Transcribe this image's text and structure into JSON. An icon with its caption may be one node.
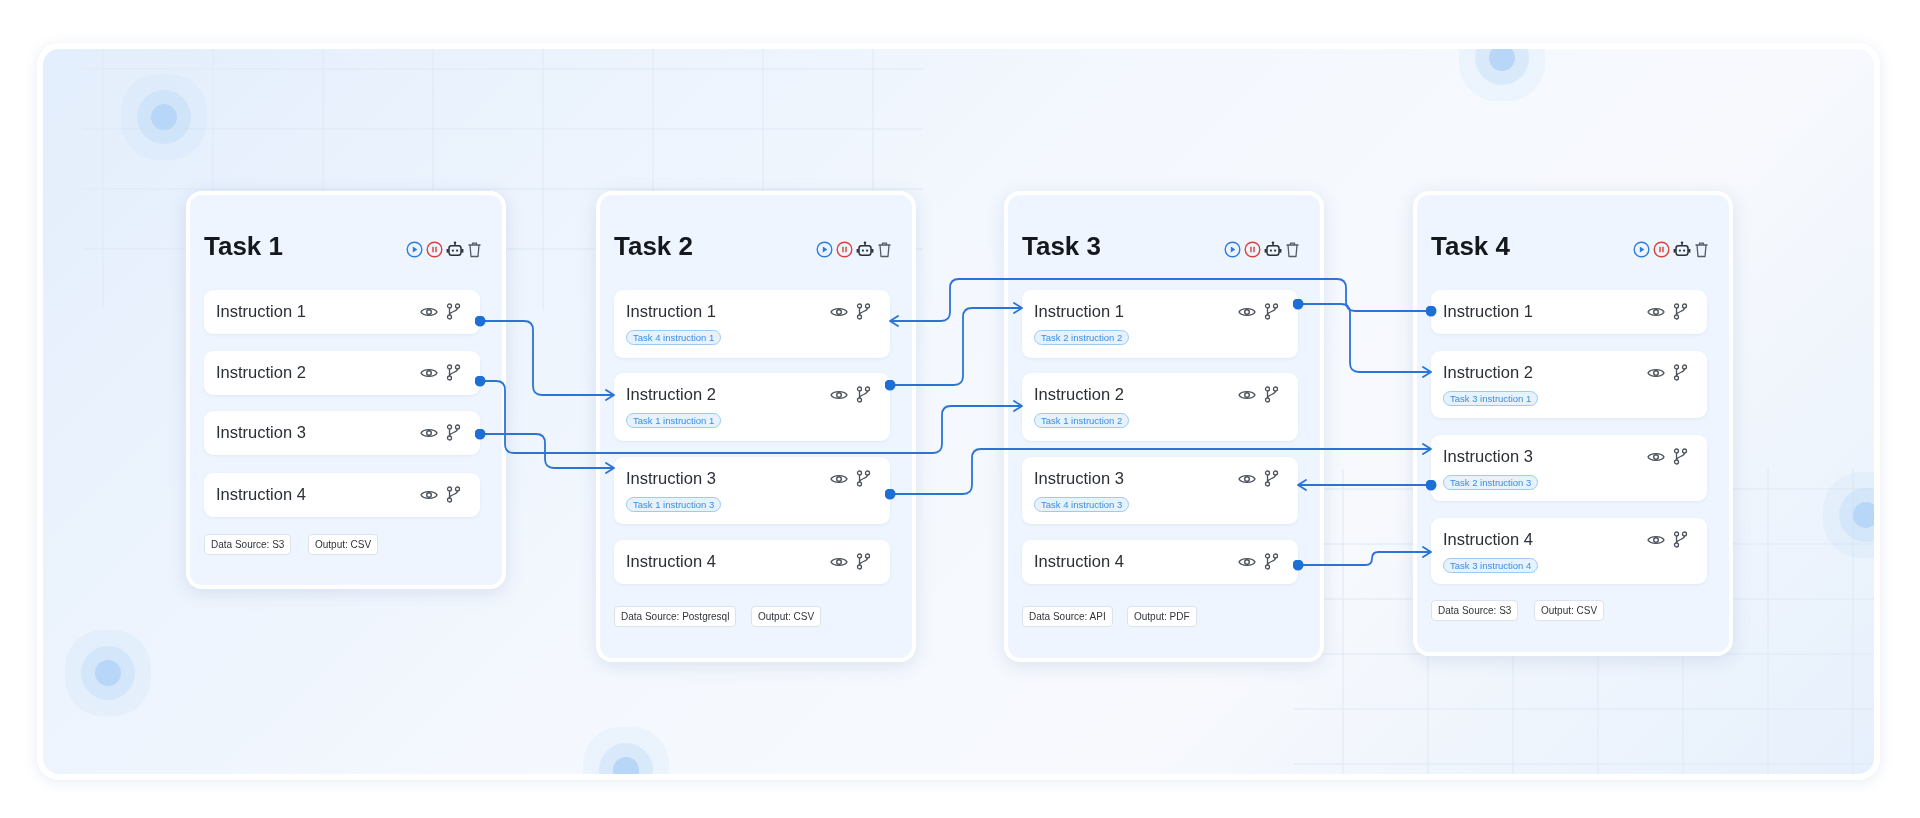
{
  "diagram": {
    "nodes": [
      {
        "text": [
          "Task 1"
        ]
      },
      {
        "text": [
          "Instruction 1"
        ],
        "in": 0
      },
      {
        "text": [
          "Instruction 2"
        ],
        "in": 0
      },
      {
        "text": [
          "Instruction 3"
        ],
        "in": 0
      },
      {
        "text": [
          "Instruction 4"
        ],
        "in": 0
      },
      {
        "text": [
          "Data Source: S3"
        ],
        "in": 0
      },
      {
        "text": [
          "Output: CSV"
        ],
        "in": 0
      },
      {
        "text": [
          "Task 2"
        ]
      },
      {
        "text": [
          "Instruction 1",
          "Task 4 instruction 1"
        ],
        "in": 7
      },
      {
        "text": [
          "Instruction 2",
          "Task 1 instruction 1"
        ],
        "in": 7
      },
      {
        "text": [
          "Instruction 3",
          "Task 1 instruction 3"
        ],
        "in": 7
      },
      {
        "text": [
          "Instruction 4"
        ],
        "in": 7
      },
      {
        "text": [
          "Data Source: Postgresql"
        ],
        "in": 7
      },
      {
        "text": [
          "Output: CSV"
        ],
        "in": 7
      },
      {
        "text": [
          "Task 3"
        ]
      },
      {
        "text": [
          "Instruction 1",
          "Task 2 instruction 2"
        ],
        "in": 14
      },
      {
        "text": [
          "Instruction 2",
          "Task 1 instruction 2"
        ],
        "in": 14
      },
      {
        "text": [
          "Instruction 3",
          "Task 4 instruction 3"
        ],
        "in": 14
      },
      {
        "text": [
          "Instruction 4"
        ],
        "in": 14
      },
      {
        "text": [
          "Data Source: API"
        ],
        "in": 14
      },
      {
        "text": [
          "Output: PDF"
        ],
        "in": 14
      },
      {
        "text": [
          "Task 4"
        ]
      },
      {
        "text": [
          "Instruction 1"
        ],
        "in": 21
      },
      {
        "text": [
          "Instruction 2",
          "Task 3 instruction 1"
        ],
        "in": 21
      },
      {
        "text": [
          "Instruction 3",
          "Task 2 instruction 3"
        ],
        "in": 21
      },
      {
        "text": [
          "Instruction 4",
          "Task 3 instruction 4"
        ],
        "in": 21
      },
      {
        "text": [
          "Data Source: S3"
        ],
        "in": 21
      },
      {
        "text": [
          "Output: CSV"
        ],
        "in": 21
      }
    ],
    "edges": [
      {
        "from": 1,
        "to": 9,
        "arrow": "to"
      },
      {
        "from": 2,
        "to": 16,
        "arrow": "to"
      },
      {
        "from": 3,
        "to": 10,
        "arrow": "to"
      },
      {
        "from": 9,
        "to": 15,
        "arrow": "to"
      },
      {
        "from": 10,
        "to": 24,
        "arrow": "to"
      },
      {
        "from": 22,
        "to": 8,
        "arrow": "to"
      },
      {
        "from": 15,
        "to": 23,
        "arrow": "to"
      },
      {
        "from": 24,
        "to": 17,
        "arrow": "to"
      },
      {
        "from": 18,
        "to": 25,
        "arrow": "to"
      }
    ]
  }
}
